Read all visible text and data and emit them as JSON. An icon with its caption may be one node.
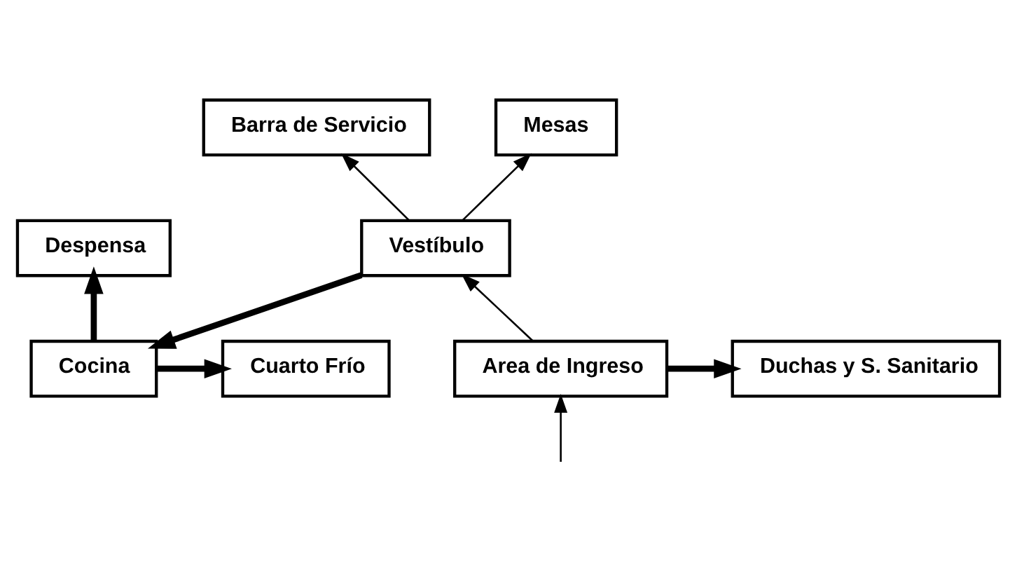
{
  "diagram": {
    "nodes": [
      {
        "text": [
          "Cuarto Frío"
        ]
      },
      {
        "text": [
          "Cocina"
        ]
      },
      {
        "text": [
          "Barra de Servicio"
        ]
      },
      {
        "text": [
          "Despensa"
        ]
      },
      {
        "text": [
          "Vestíbulo"
        ]
      },
      {
        "text": [
          "Mesas"
        ]
      },
      {
        "text": [
          "Duchas y S. Sanitario"
        ]
      },
      {
        "text": [
          "Area de Ingreso"
        ]
      }
    ],
    "edges": [
      {
        "from": 1,
        "to": 0,
        "arrow": "to",
        "style": "thick"
      },
      {
        "from": 1,
        "to": 3,
        "arrow": "to",
        "style": "thick"
      },
      {
        "from": 4,
        "to": 1,
        "arrow": "to",
        "style": "thick"
      },
      {
        "from": 4,
        "to": 2,
        "arrow": "to"
      },
      {
        "from": 4,
        "to": 5,
        "arrow": "to"
      },
      {
        "from": 7,
        "to": 4,
        "arrow": "to"
      },
      {
        "from": 7,
        "to": 6,
        "arrow": "to",
        "style": "thick"
      },
      {
        "from": null,
        "to": 7,
        "arrow": "to"
      }
    ]
  }
}
